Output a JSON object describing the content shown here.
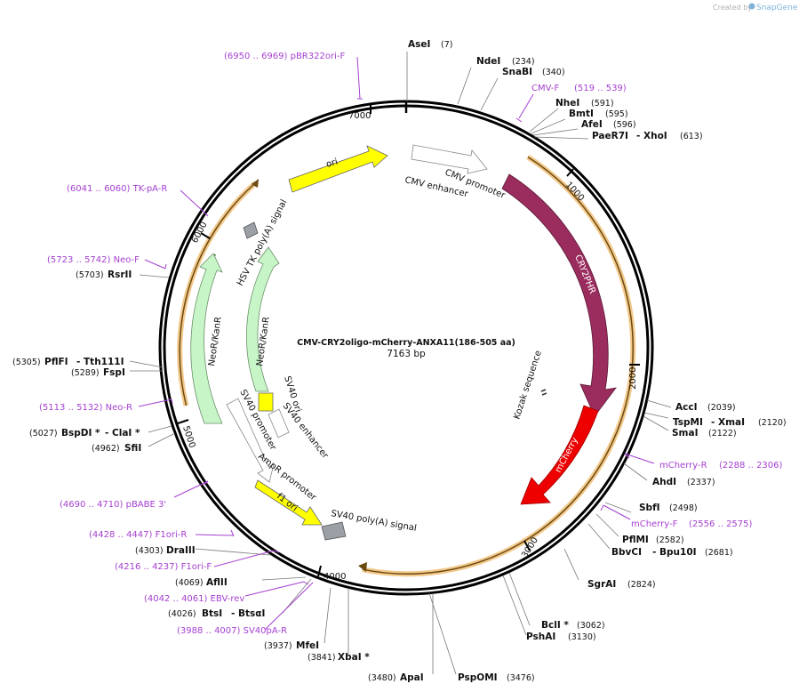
{
  "credit": {
    "prefix": "Created by",
    "brand": "SnapGene"
  },
  "plasmid": {
    "name": "CMV-CRY2oligo-mCherry-ANXA11(186-505 aa)",
    "length_label": "7163 bp"
  },
  "ticks": [
    "1000",
    "2000",
    "3000",
    "4000",
    "5000",
    "6000",
    "7000"
  ],
  "enzymes": {
    "asei": {
      "name": "AseI",
      "pos": "(7)"
    },
    "ndei": {
      "name": "NdeI",
      "pos": "(234)"
    },
    "snabi": {
      "name": "SnaBI",
      "pos": "(340)"
    },
    "nhei": {
      "name": "NheI",
      "pos": "(591)"
    },
    "bmti": {
      "name": "BmtI",
      "pos": "(595)"
    },
    "afei": {
      "name": "AfeI",
      "pos": "(596)"
    },
    "paer7i": {
      "name": "PaeR7I",
      "name2": "- XhoI",
      "pos": "(613)"
    },
    "acci": {
      "name": "AccI",
      "pos": "(2039)"
    },
    "tspmi": {
      "name": "TspMI",
      "name2": "- XmaI",
      "pos": "(2120)"
    },
    "smai": {
      "name": "SmaI",
      "pos": "(2122)"
    },
    "ahdi": {
      "name": "AhdI",
      "pos": "(2337)"
    },
    "sbfi": {
      "name": "SbfI",
      "pos": "(2498)"
    },
    "pflmi": {
      "name": "PflMI",
      "pos": "(2582)"
    },
    "bbvci": {
      "name": "BbvCI",
      "name2": "- Bpu10I",
      "pos": "(2681)"
    },
    "sgrai": {
      "name": "SgrAI",
      "pos": "(2824)"
    },
    "bcli": {
      "name": "BclI *",
      "pos": "(3062)"
    },
    "pshai": {
      "name": "PshAI",
      "pos": "(3130)"
    },
    "apai": {
      "name": "ApaI",
      "pos": "(3480)"
    },
    "pspomi": {
      "name": "PspOMI",
      "pos": "(3476)"
    },
    "xbai": {
      "name": "XbaI *",
      "pos": "(3841)"
    },
    "mfei": {
      "name": "MfeI",
      "pos": "(3937)"
    },
    "btsi": {
      "name": "BtsI",
      "name2": "- BtsαI",
      "pos": "(4026)"
    },
    "aflii": {
      "name": "AflII",
      "pos": "(4069)"
    },
    "draiii": {
      "name": "DraIII",
      "pos": "(4303)"
    },
    "sfii": {
      "name": "SfiI",
      "pos": "(4962)"
    },
    "bspdi": {
      "name": "BspDI *",
      "name2": "- ClaI *",
      "pos": "(5027)"
    },
    "fspi": {
      "name": "FspI",
      "pos": "(5289)"
    },
    "pflfi": {
      "name": "PflFI",
      "name2": "- Tth111I",
      "pos": "(5305)"
    },
    "rsrii": {
      "name": "RsrII",
      "pos": "(5703)"
    }
  },
  "primers": {
    "pbr322": {
      "label": "(6950 .. 6969)  pBR322ori-F"
    },
    "cmvf": {
      "label": "CMV-F",
      "range": "(519 .. 539)"
    },
    "tkpar": {
      "label": "(6041 .. 6060)  TK-pA-R"
    },
    "neof": {
      "label": "(5723 .. 5742)  Neo-F"
    },
    "neor": {
      "label": "(5113 .. 5132)  Neo-R"
    },
    "mcherryr": {
      "label": "mCherry-R",
      "range": "(2288 .. 2306)"
    },
    "mcherryf": {
      "label": "mCherry-F",
      "range": "(2556 .. 2575)"
    },
    "pbabe3": {
      "label": "(4690 .. 4710)  pBABE 3'"
    },
    "f1orir": {
      "label": "(4428 .. 4447)  F1ori-R"
    },
    "f1orif": {
      "label": "(4216 .. 4237)  F1ori-F"
    },
    "ebvrev": {
      "label": "(4042 .. 4061)  EBV-rev"
    },
    "sv40par": {
      "label": "(3988 .. 4007)  SV40pA-R"
    }
  },
  "features": {
    "ori": "ori",
    "cmv_promoter": "CMV promoter",
    "cmv_enhancer": "CMV enhancer",
    "cry2phr": "CRY2PHR",
    "kozak": "Kozak sequence",
    "mcherry": "mCherry",
    "hsv_tk": "HSV TK poly(A) signal",
    "neokanr1": "NeoR/KanR",
    "neokanr2": "NeoR/KanR",
    "sv40ori": "SV40 ori",
    "sv40enh": "SV40 enhancer",
    "sv40prom": "SV40 promoter",
    "ampr": "AmpR promoter",
    "f1ori": "f1 ori",
    "sv40pa": "SV40 poly(A) signal"
  },
  "colors": {
    "ori": "#ffff00",
    "cry2phr": "#9b2c5e",
    "mcherry": "#ee0000",
    "neokanr": "#c8f5c8",
    "orange_track": "#e69500",
    "primer": "#a540d0",
    "grey_box": "#9aa0a6"
  }
}
